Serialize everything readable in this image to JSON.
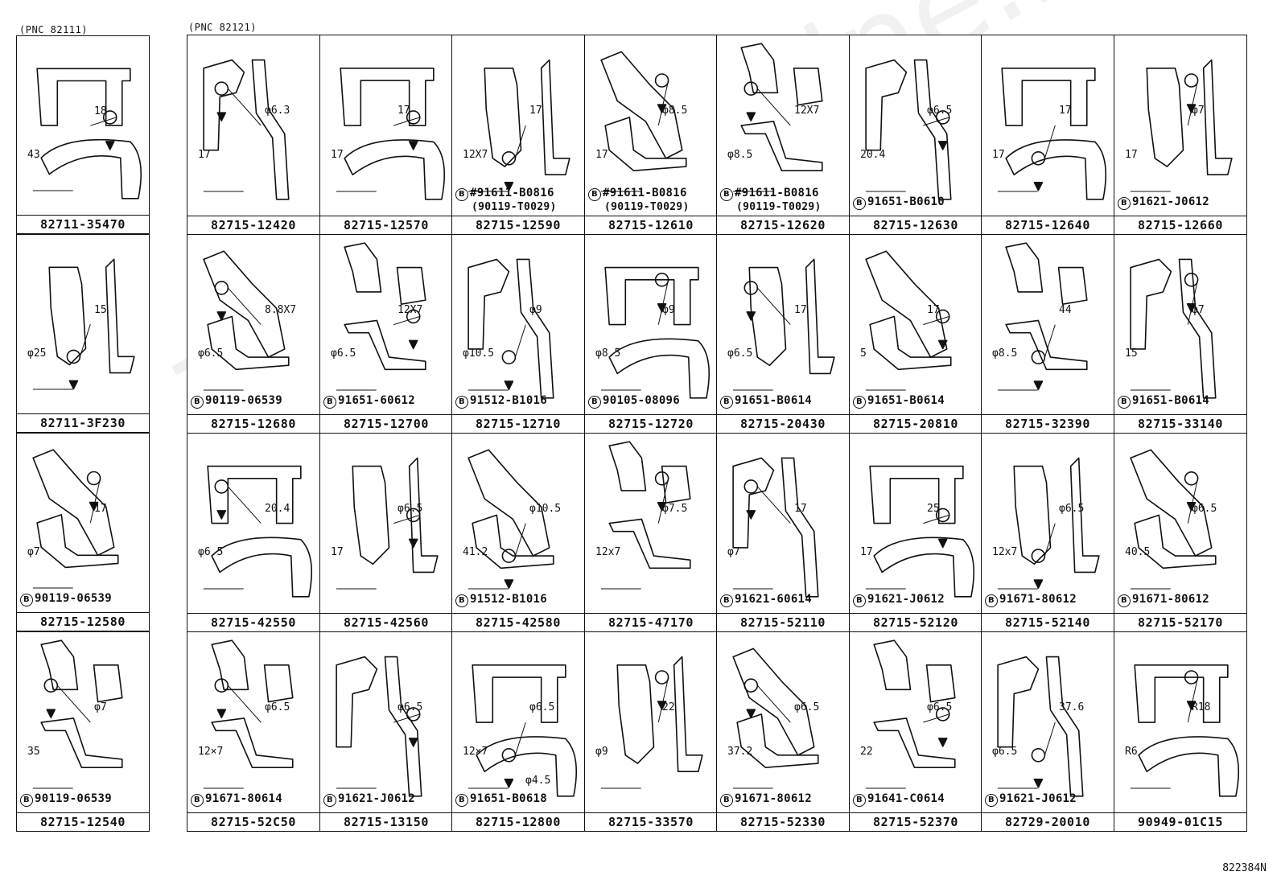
{
  "pnc_left": "(PNC 82111)",
  "pnc_main": "(PNC 82121)",
  "diagram_id": "822384N",
  "watermark": "ToyotaCarMine.ru",
  "left_column": [
    {
      "part": "82711-35470",
      "dims": [
        "18",
        "43"
      ],
      "fastener": ""
    },
    {
      "part": "82711-3F230",
      "dims": [
        "15",
        "φ25"
      ],
      "fastener": ""
    },
    {
      "part": "82715-12580",
      "dims": [
        "17",
        "φ7"
      ],
      "fastener": "90119-06539"
    },
    {
      "part": "82715-12540",
      "dims": [
        "φ7",
        "35"
      ],
      "fastener": "90119-06539"
    }
  ],
  "grid": [
    [
      {
        "part": "82715-12420",
        "dims": [
          "φ6.3",
          "17"
        ],
        "fastener": "",
        "fastener_alt": ""
      },
      {
        "part": "82715-12570",
        "dims": [
          "17",
          "17"
        ],
        "fastener": "",
        "fastener_alt": ""
      },
      {
        "part": "82715-12590",
        "dims": [
          "17",
          "12X7"
        ],
        "fastener": "#91611-B0816",
        "fastener_alt": "(90119-T0029)"
      },
      {
        "part": "82715-12610",
        "dims": [
          "φ8.5",
          "17"
        ],
        "fastener": "#91611-B0816",
        "fastener_alt": "(90119-T0029)"
      },
      {
        "part": "82715-12620",
        "dims": [
          "12X7",
          "φ8.5"
        ],
        "fastener": "#91611-B0816",
        "fastener_alt": "(90119-T0029)"
      },
      {
        "part": "82715-12630",
        "dims": [
          "φ6.5",
          "20.4"
        ],
        "fastener": "91651-B0610",
        "fastener_alt": ""
      },
      {
        "part": "82715-12640",
        "dims": [
          "17",
          "17"
        ],
        "fastener": "",
        "fastener_alt": ""
      },
      {
        "part": "82715-12660",
        "dims": [
          "φ7",
          "17"
        ],
        "fastener": "91621-J0612",
        "fastener_alt": ""
      }
    ],
    [
      {
        "part": "82715-12680",
        "dims": [
          "8.8X7",
          "φ6.5"
        ],
        "fastener": "90119-06539",
        "fastener_alt": ""
      },
      {
        "part": "82715-12700",
        "dims": [
          "12X7",
          "φ6.5"
        ],
        "fastener": "91651-60612",
        "fastener_alt": ""
      },
      {
        "part": "82715-12710",
        "dims": [
          "φ9",
          "φ10.5"
        ],
        "fastener": "91512-B1016",
        "fastener_alt": ""
      },
      {
        "part": "82715-12720",
        "dims": [
          "φ9",
          "φ8.5"
        ],
        "fastener": "90105-08096",
        "fastener_alt": ""
      },
      {
        "part": "82715-20430",
        "dims": [
          "17",
          "φ6.5"
        ],
        "fastener": "91651-B0614",
        "fastener_alt": ""
      },
      {
        "part": "82715-20810",
        "dims": [
          "17",
          "5"
        ],
        "fastener": "91651-B0614",
        "fastener_alt": ""
      },
      {
        "part": "82715-32390",
        "dims": [
          "44",
          "φ8.5"
        ],
        "fastener": "",
        "fastener_alt": ""
      },
      {
        "part": "82715-33140",
        "dims": [
          "φ7",
          "15"
        ],
        "fastener": "91651-B0614",
        "fastener_alt": ""
      }
    ],
    [
      {
        "part": "82715-42550",
        "dims": [
          "20.4",
          "φ6.5"
        ],
        "fastener": "",
        "fastener_alt": ""
      },
      {
        "part": "82715-42560",
        "dims": [
          "φ6.5",
          "17"
        ],
        "fastener": "",
        "fastener_alt": ""
      },
      {
        "part": "82715-42580",
        "dims": [
          "φ10.5",
          "41.2"
        ],
        "fastener": "91512-B1016",
        "fastener_alt": ""
      },
      {
        "part": "82715-47170",
        "dims": [
          "φ7.5",
          "12x7"
        ],
        "fastener": "",
        "fastener_alt": ""
      },
      {
        "part": "82715-52110",
        "dims": [
          "17",
          "φ7"
        ],
        "fastener": "91621-60614",
        "fastener_alt": ""
      },
      {
        "part": "82715-52120",
        "dims": [
          "25",
          "17"
        ],
        "fastener": "91621-J0612",
        "fastener_alt": ""
      },
      {
        "part": "82715-52140",
        "dims": [
          "φ6.5",
          "12x7"
        ],
        "fastener": "91671-80612",
        "fastener_alt": ""
      },
      {
        "part": "82715-52170",
        "dims": [
          "φ6.5",
          "40.5"
        ],
        "fastener": "91671-80612",
        "fastener_alt": ""
      }
    ],
    [
      {
        "part": "82715-52C50",
        "dims": [
          "φ6.5",
          "12×7"
        ],
        "fastener": "91671-80614",
        "fastener_alt": ""
      },
      {
        "part": "82715-13150",
        "dims": [
          "φ6.5",
          ""
        ],
        "fastener": "91621-J0612",
        "fastener_alt": ""
      },
      {
        "part": "82715-12800",
        "dims": [
          "φ6.5",
          "12×7",
          "φ4.5"
        ],
        "fastener": "91651-B0618",
        "fastener_alt": ""
      },
      {
        "part": "82715-33570",
        "dims": [
          "22",
          "φ9"
        ],
        "fastener": "",
        "fastener_alt": ""
      },
      {
        "part": "82715-52330",
        "dims": [
          "φ6.5",
          "37.2"
        ],
        "fastener": "91671-80612",
        "fastener_alt": ""
      },
      {
        "part": "82715-52370",
        "dims": [
          "φ6.5",
          "22"
        ],
        "fastener": "91641-C0614",
        "fastener_alt": ""
      },
      {
        "part": "82729-20010",
        "dims": [
          "37.6",
          "φ6.5"
        ],
        "fastener": "91621-J0612",
        "fastener_alt": ""
      },
      {
        "part": "90949-01C15",
        "dims": [
          "R18",
          "R6"
        ],
        "fastener": "",
        "fastener_alt": ""
      }
    ]
  ]
}
